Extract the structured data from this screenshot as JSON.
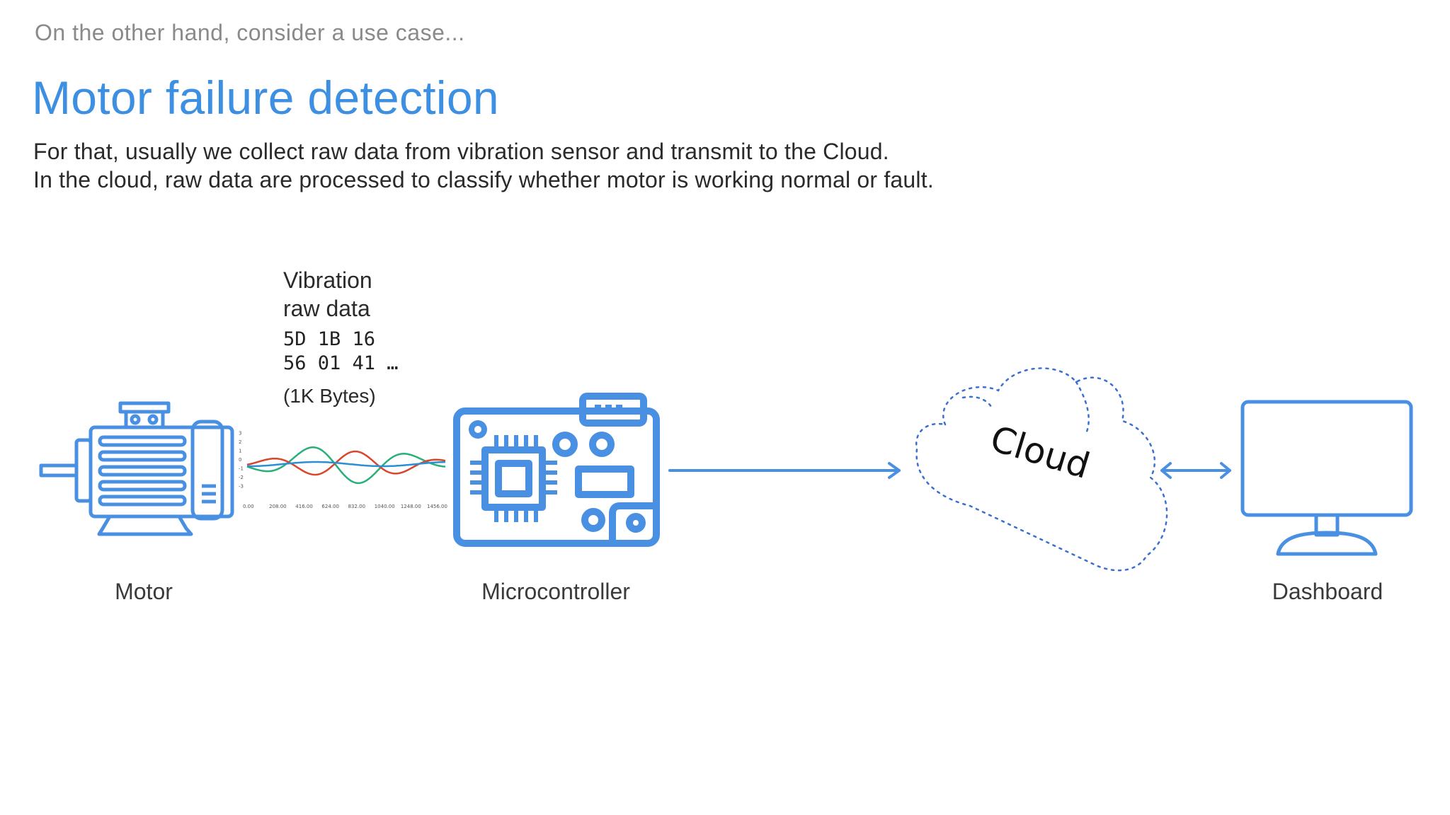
{
  "header": {
    "subtitle": "On the other hand, consider a use case...",
    "title": "Motor failure detection",
    "description_line1": "For that, usually we collect raw data from vibration sensor and transmit to the Cloud.",
    "description_line2": "In the cloud, raw data are processed to classify whether motor is working normal or fault."
  },
  "vibration": {
    "label_line1": "Vibration",
    "label_line2": "raw data",
    "hex_line1": "5D 1B 16",
    "hex_line2": "56 01 41 …",
    "size": "(1K Bytes)"
  },
  "waveform": {
    "y_ticks": [
      "3",
      "2",
      "1",
      "0",
      "-1",
      "-2",
      "-3"
    ],
    "x_ticks": [
      "0.00",
      "208.00",
      "416.00",
      "624.00",
      "832.00",
      "1040.00",
      "1248.00",
      "1456.00"
    ],
    "series_colors": [
      "#27b07a",
      "#d9462c",
      "#2b8fd6"
    ]
  },
  "nodes": {
    "motor": "Motor",
    "microcontroller": "Microcontroller",
    "cloud": "Cloud",
    "dashboard": "Dashboard"
  },
  "colors": {
    "accent": "#3d8fe2",
    "icon_blue": "#4a90e2",
    "cloud_outline": "#3b6fd0"
  }
}
